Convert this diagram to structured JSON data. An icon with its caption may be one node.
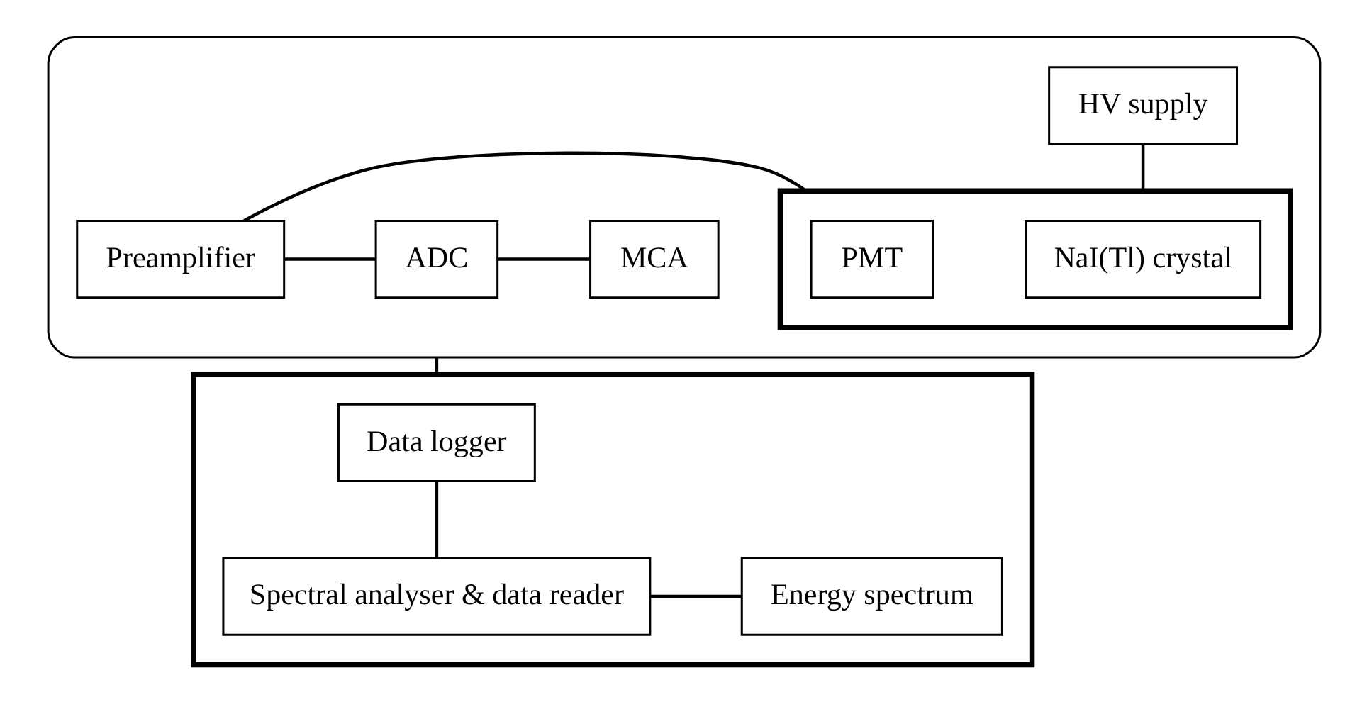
{
  "diagram": {
    "nodes": [
      {
        "text": [],
        "shape": "box"
      },
      {
        "text": [
          "HV supply"
        ],
        "in": 0
      },
      {
        "text": [],
        "shape": "box",
        "in": 0
      },
      {
        "text": [
          "NaI(Tl) crystal"
        ],
        "in": 2
      },
      {
        "text": [
          "PMT"
        ],
        "in": 2
      },
      {
        "text": [
          "Preamplifier"
        ],
        "in": 0
      },
      {
        "text": [
          "ADC"
        ],
        "in": 0
      },
      {
        "text": [
          "MCA"
        ],
        "in": 0
      },
      {
        "text": [],
        "shape": "box"
      },
      {
        "text": [
          "Data logger"
        ],
        "in": 8
      },
      {
        "text": [
          "Spectral analyser & data reader"
        ],
        "in": 8
      },
      {
        "text": [
          "Energy spectrum"
        ],
        "in": 8
      }
    ],
    "edges": [
      {
        "from": 1,
        "to": 2,
        "arrow": "none"
      },
      {
        "from": 2,
        "to": 5,
        "arrow": "none"
      },
      {
        "from": 5,
        "to": 6,
        "arrow": "none"
      },
      {
        "from": 6,
        "to": 7,
        "arrow": "none"
      },
      {
        "from": 0,
        "to": 8,
        "arrow": "none"
      },
      {
        "from": 9,
        "to": 10,
        "arrow": "none"
      },
      {
        "from": 10,
        "to": 11,
        "arrow": "none"
      }
    ]
  }
}
